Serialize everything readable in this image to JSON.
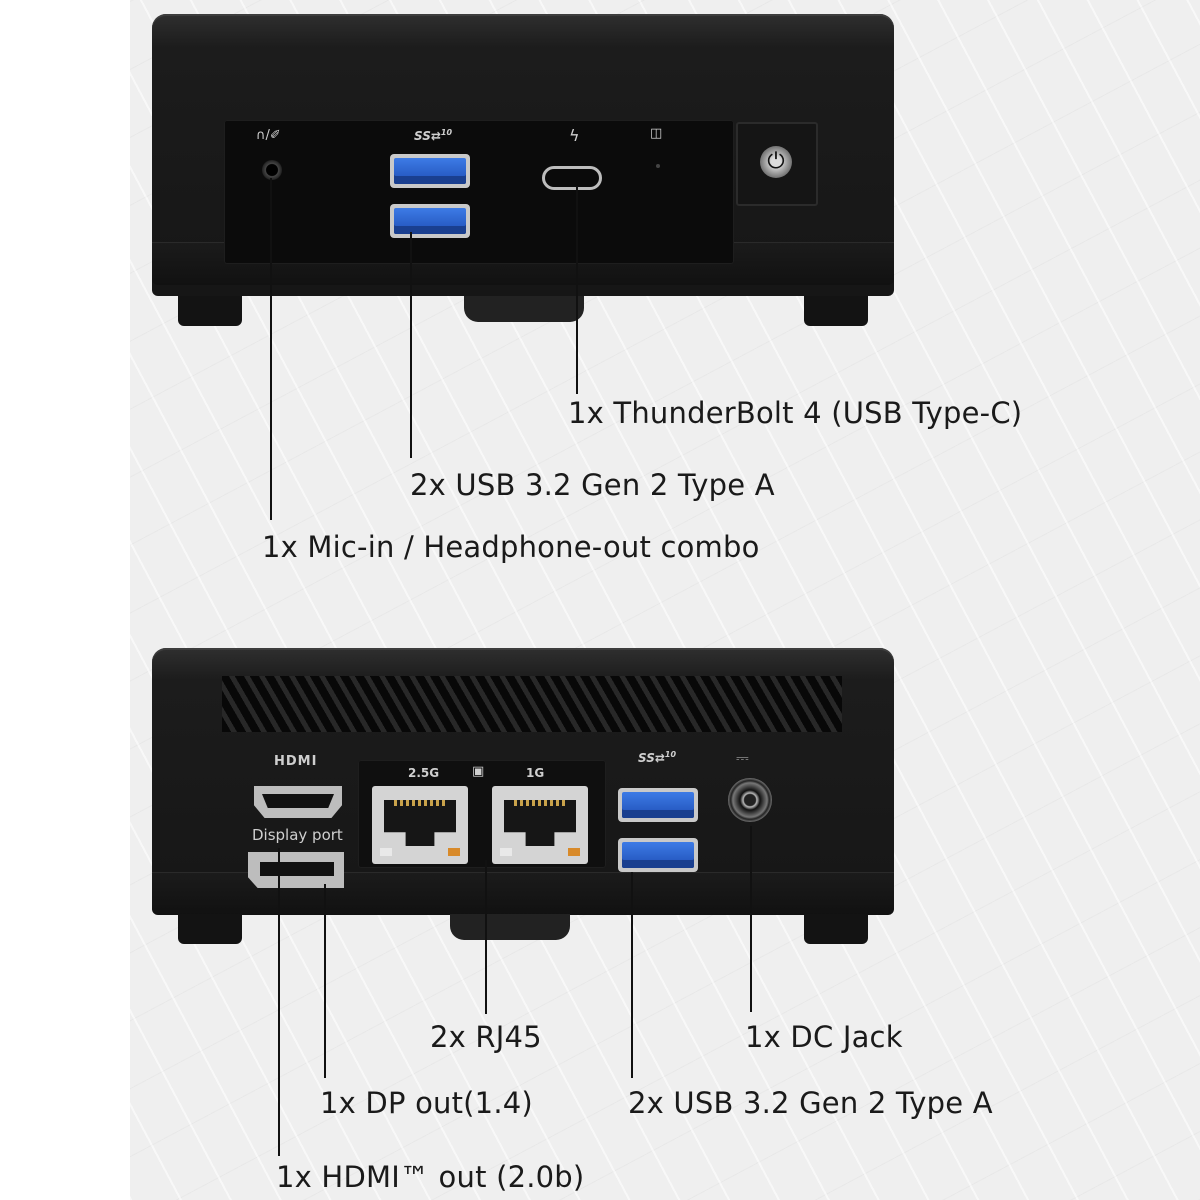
{
  "front_panel": {
    "audio_icon": "headphone-mic-icon",
    "audio_icon_text": "∩/✐",
    "usb_logo": "SS⇄",
    "usb_logo_sup": "10",
    "thunderbolt_icon": "lightning-icon",
    "thunderbolt_glyph": "ϟ",
    "storage_icon": "hdd-icon",
    "power_icon": "power-icon",
    "power_glyph": "⏻"
  },
  "rear_panel": {
    "hdmi_logo": "HDMI",
    "display_port_label": "Display port",
    "rj45_left_label": "2.5G",
    "rj45_right_label": "1G",
    "network_icon": "network-icon",
    "usb_logo": "SS⇄",
    "usb_logo_sup": "10",
    "dc_icon": "dc-symbol-icon",
    "dc_glyph": "⎓"
  },
  "callouts": {
    "thunderbolt": "1x ThunderBolt 4 (USB Type-C)",
    "front_usb": "2x USB 3.2 Gen 2 Type A",
    "audio": "1x Mic-in / Headphone-out combo",
    "rj45": "2x RJ45",
    "dc_jack": "1x DC Jack",
    "dp_out": "1x DP out(1.4)",
    "rear_usb": "2x USB 3.2 Gen 2 Type A",
    "hdmi_out": "1x HDMI™ out (2.0b)"
  },
  "colors": {
    "chassis": "#161616",
    "usb_blue": "#2a5fcf",
    "text": "#1a1a1a"
  }
}
